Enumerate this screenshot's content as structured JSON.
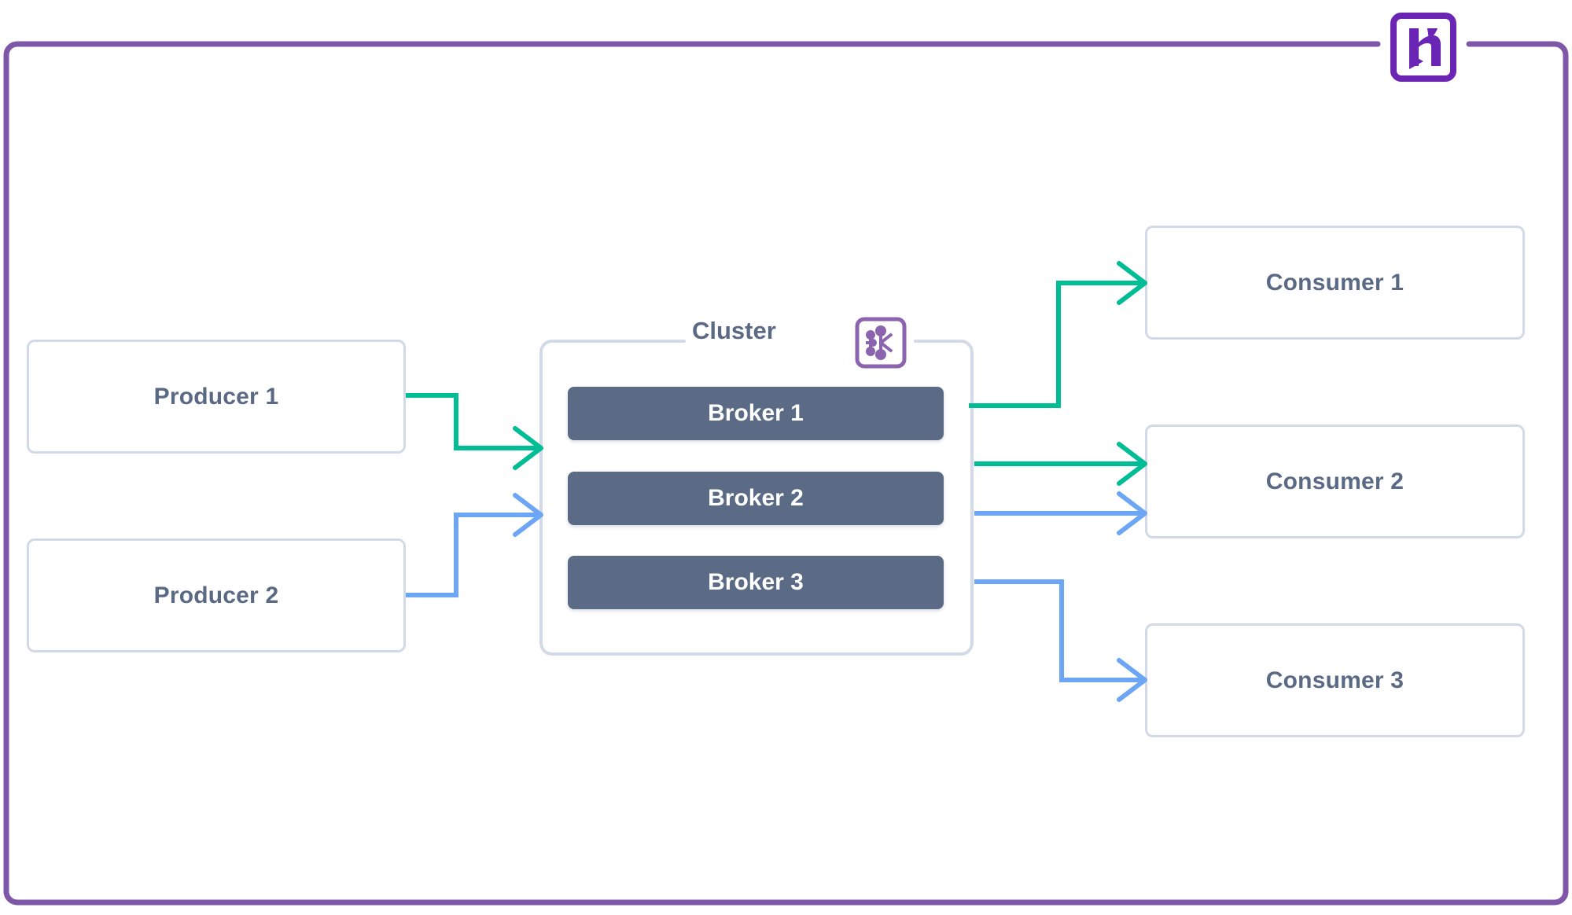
{
  "diagram": {
    "title": "Kafka Cluster Producer Consumer Flow",
    "brand": {
      "logo_name": "heroku-logo",
      "logo_color": "#6b25b5",
      "frame_color": "#7e57a8"
    },
    "palette": {
      "node_border": "#d2dae8",
      "node_text": "#5a6a85",
      "broker_fill": "#5b6b85",
      "broker_text": "#ffffff",
      "arrow_green": "#00bd95",
      "arrow_blue": "#6ca6f5",
      "kafka_purple": "#8b63ae"
    },
    "producers": [
      {
        "label": "Producer 1"
      },
      {
        "label": "Producer 2"
      }
    ],
    "cluster": {
      "label": "Cluster",
      "icon_name": "apache-kafka-icon",
      "brokers": [
        {
          "label": "Broker 1"
        },
        {
          "label": "Broker 2"
        },
        {
          "label": "Broker 3"
        }
      ]
    },
    "consumers": [
      {
        "label": "Consumer 1"
      },
      {
        "label": "Consumer 2"
      },
      {
        "label": "Consumer 3"
      }
    ],
    "connections": [
      {
        "from": "Producer 1",
        "to": "Cluster",
        "color": "green",
        "style": "orthogonal"
      },
      {
        "from": "Producer 2",
        "to": "Cluster",
        "color": "blue",
        "style": "orthogonal"
      },
      {
        "from": "Cluster",
        "to": "Consumer 1",
        "color": "green",
        "style": "orthogonal"
      },
      {
        "from": "Cluster",
        "to": "Consumer 2",
        "color": "green",
        "style": "straight"
      },
      {
        "from": "Cluster",
        "to": "Consumer 2",
        "color": "blue",
        "style": "straight"
      },
      {
        "from": "Cluster",
        "to": "Consumer 3",
        "color": "blue",
        "style": "orthogonal"
      }
    ]
  }
}
